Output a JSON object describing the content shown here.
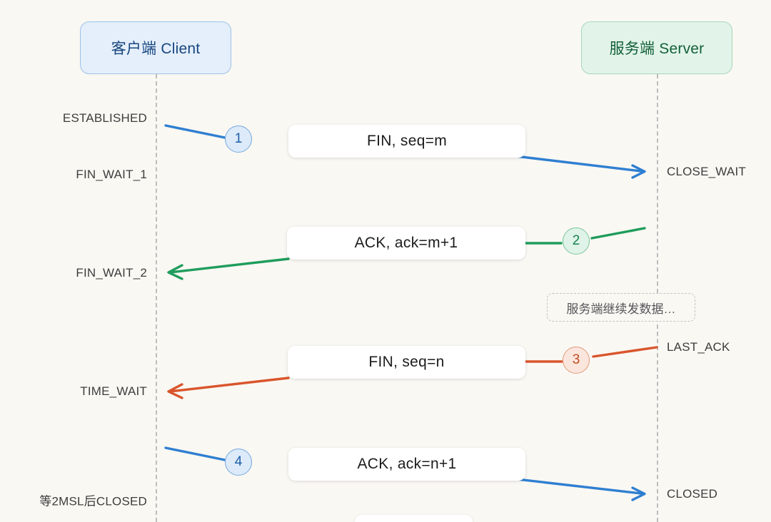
{
  "diagram": {
    "title": "TCP four-way handshake (connection termination)",
    "background_color": "#faf8f3"
  },
  "participants": [
    {
      "id": "client",
      "label": "客户端 Client",
      "fill": "#e4effb",
      "stroke": "#9dc2e8",
      "text_color": "#17457e"
    },
    {
      "id": "server",
      "label": "服务端 Server",
      "fill": "#e2f4e9",
      "stroke": "#a6d7ba",
      "text_color": "#13603a"
    }
  ],
  "client_states": [
    {
      "label": "ESTABLISHED"
    },
    {
      "label": "FIN_WAIT_1"
    },
    {
      "label": "FIN_WAIT_2"
    },
    {
      "label": "TIME_WAIT"
    },
    {
      "label": "等2MSL后CLOSED"
    }
  ],
  "server_states": [
    {
      "label": "CLOSE_WAIT"
    },
    {
      "label": "LAST_ACK"
    },
    {
      "label": "CLOSED"
    }
  ],
  "messages": [
    {
      "step": "1",
      "label": "FIN, seq=m",
      "direction": "client-to-server",
      "color": "#2f7fd1"
    },
    {
      "step": "2",
      "label": "ACK, ack=m+1",
      "direction": "server-to-client",
      "color": "#1f9d5c"
    },
    {
      "step": "3",
      "label": "FIN, seq=n",
      "direction": "server-to-client",
      "color": "#d9552c"
    },
    {
      "step": "4",
      "label": "ACK, ack=n+1",
      "direction": "client-to-server",
      "color": "#2f7fd1"
    }
  ],
  "note": {
    "label": "服务端继续发数据…"
  },
  "colors": {
    "blue": "#2f7fd1",
    "green": "#1f9d5c",
    "orange": "#d9552c",
    "lifeline": "#bdbdbd",
    "state_text": "#3d3d3d"
  }
}
